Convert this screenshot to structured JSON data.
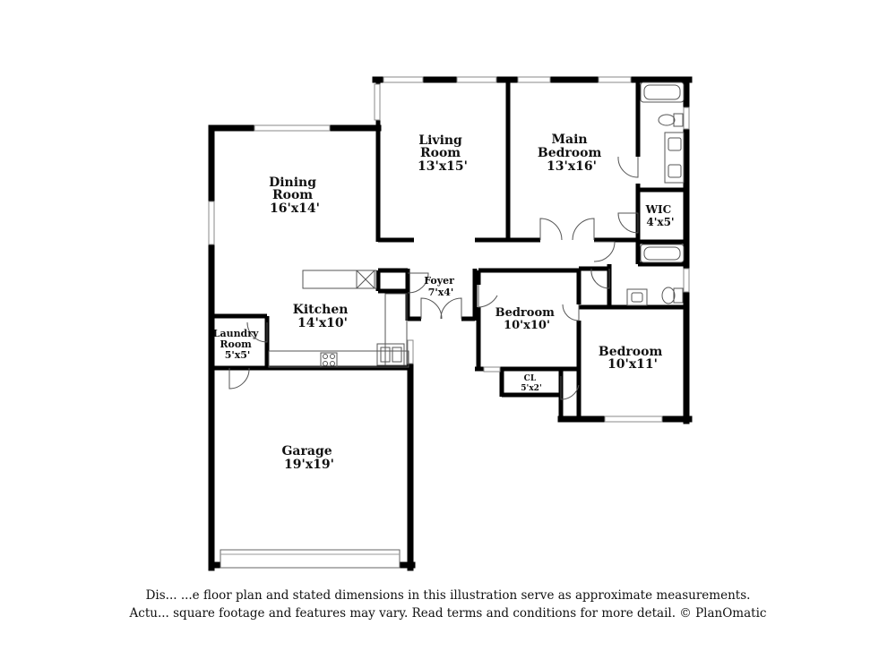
{
  "rooms": {
    "living": {
      "name_1": "Living",
      "name_2": "Room",
      "dims": "13'x15'"
    },
    "main_bedroom": {
      "name_1": "Main",
      "name_2": "Bedroom",
      "dims": "13'x16'"
    },
    "dining": {
      "name_1": "Dining",
      "name_2": "Room",
      "dims": "16'x14'"
    },
    "wic": {
      "name": "WIC",
      "dims": "4'x5'"
    },
    "foyer": {
      "name": "Foyer",
      "dims": "7'x4'"
    },
    "kitchen": {
      "name": "Kitchen",
      "dims": "14'x10'"
    },
    "bedroom_a": {
      "name": "Bedroom",
      "dims": "10'x10'"
    },
    "laundry": {
      "name_1": "Laundry",
      "name_2": "Room",
      "dims": "5'x5'"
    },
    "closet": {
      "name": "CL",
      "dims": "5'x2'"
    },
    "bedroom_b": {
      "name": "Bedroom",
      "dims": "10'x11'"
    },
    "garage": {
      "name": "Garage",
      "dims": "19'x19'"
    }
  },
  "disclaimer": {
    "line1": "Dis... ...e floor plan and stated dimensions in this illustration serve as approximate measurements.",
    "line2": "Actu... square footage and features may vary. Read terms and conditions for more detail. © PlanOmatic"
  }
}
